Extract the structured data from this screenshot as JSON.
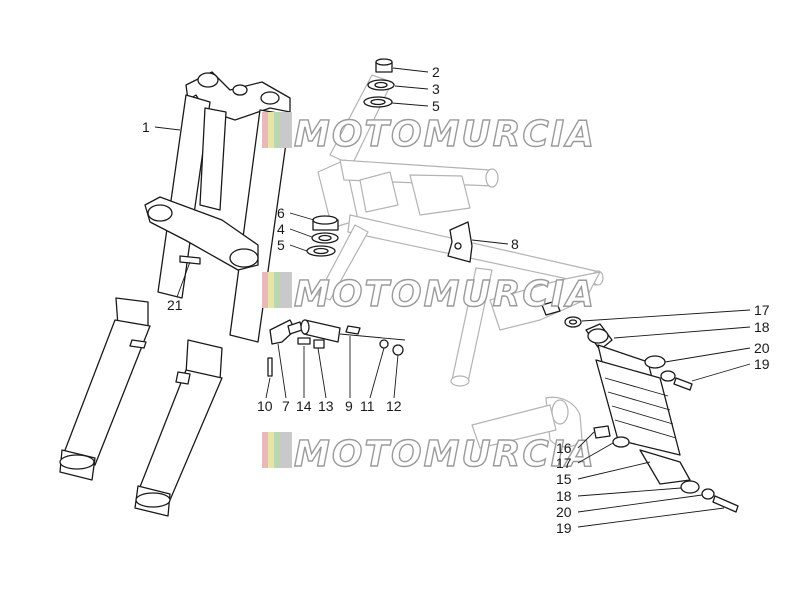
{
  "watermark": {
    "text": "MOTOMURCIA",
    "colors": [
      "#e7b9b9",
      "#e8e3a6",
      "#b9d8b2",
      "#c9c9c9"
    ]
  },
  "callouts": {
    "front_fork": "1",
    "top_cap": "2",
    "upper_washer": "3",
    "upper_ring": "5",
    "steering_bearing_upper": "6",
    "steering_washer": "4",
    "steering_ring": "5",
    "frame_bracket": "8",
    "fork_plug": "21",
    "shock_upper_bushing": "17",
    "shock_spacer": "18",
    "shock_washer": "20",
    "shock_bolt": "19",
    "damper_bracket_screw": "10",
    "damper_bracket": "7",
    "damper_nut": "14",
    "damper_bolt": "13",
    "steering_damper": "9",
    "damper_washer": "11",
    "damper_cap_nut": "12",
    "lower_pin": "16",
    "lower_bushing": "17",
    "shock_absorber": "15",
    "lower_spacer": "18",
    "lower_washer": "20",
    "lower_bolt": "19"
  }
}
